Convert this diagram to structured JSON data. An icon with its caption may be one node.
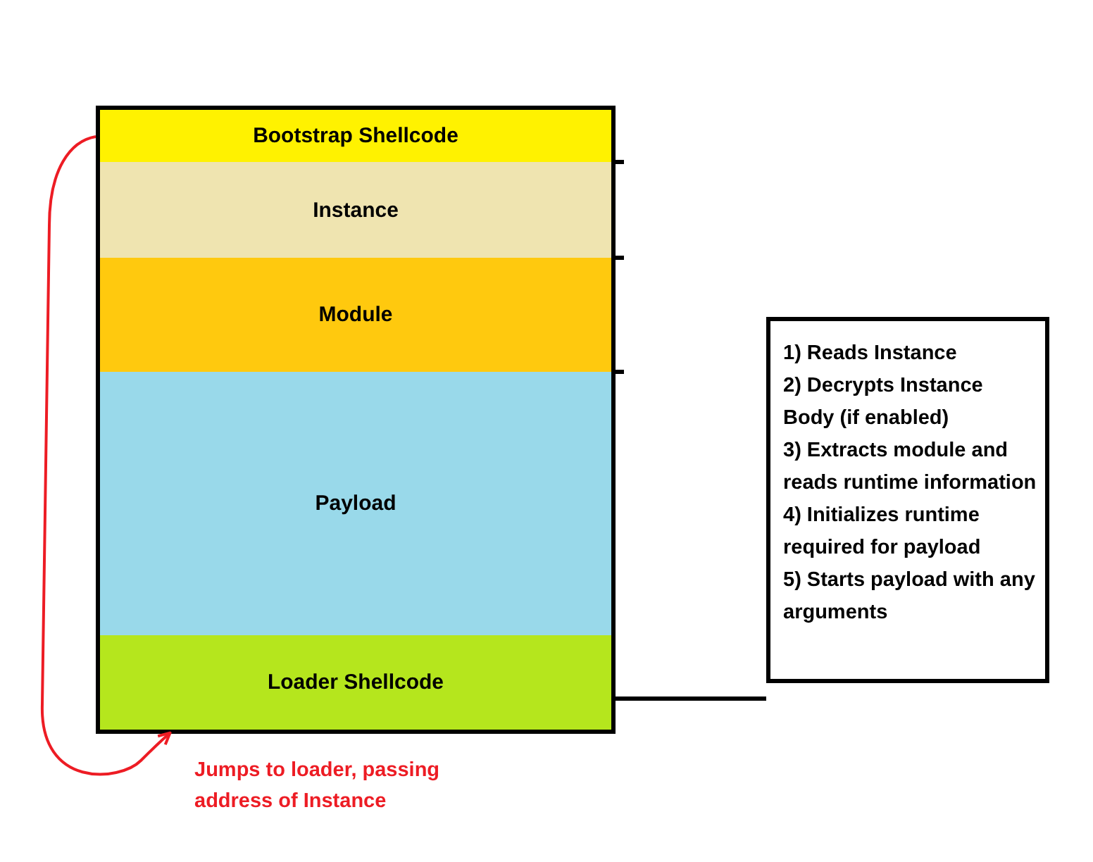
{
  "diagram": {
    "nodes": [
      {
        "text": [
          "Bootstrap Shellcode"
        ]
      },
      {
        "text": [
          "Instance"
        ]
      },
      {
        "text": [
          "Module"
        ]
      },
      {
        "text": [
          "Payload"
        ]
      },
      {
        "text": [
          "Loader Shellcode"
        ]
      },
      {
        "text": [
          "1) Reads Instance",
          "2) Decrypts Instance Body (if enabled)",
          "3) Extracts module and reads runtime information",
          "4) Initializes runtime required for payload",
          "5) Starts payload with any arguments"
        ]
      }
    ],
    "edges": [
      {
        "from": 0,
        "to": 4,
        "arrow": "to",
        "color": "#ed1c24"
      },
      {
        "from": 4,
        "to": 5,
        "arrow": "none",
        "color": "#000000"
      }
    ],
    "labels": [
      "Jumps to loader, passing address of Instance"
    ]
  }
}
